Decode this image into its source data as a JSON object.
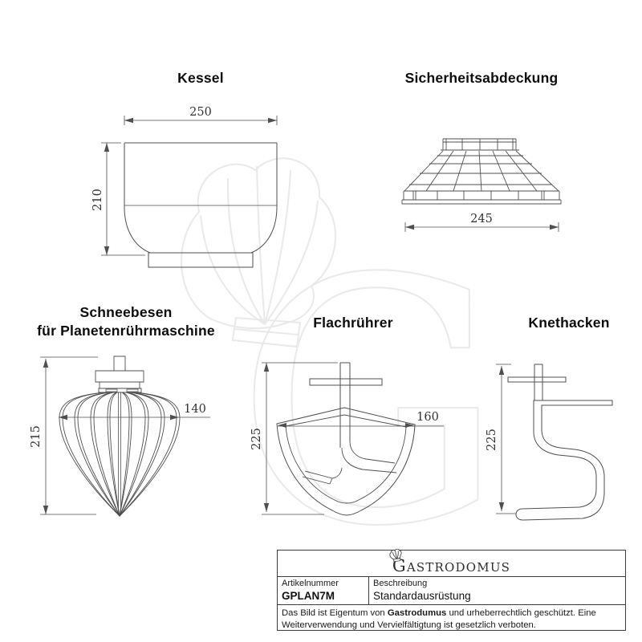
{
  "drawings": {
    "kessel": {
      "title": "Kessel",
      "width_dim": "250",
      "height_dim": "210"
    },
    "abdeckung": {
      "title": "Sicherheitsabdeckung",
      "width_dim": "245"
    },
    "schneebesen": {
      "title_line1": "Schneebesen",
      "title_line2": "für Planetenrührmaschine",
      "height_dim": "215",
      "width_dim": "140"
    },
    "flachruehrer": {
      "title": "Flachrührer",
      "height_dim": "225",
      "width_dim": "160"
    },
    "knethacken": {
      "title": "Knethacken",
      "height_dim": "225"
    }
  },
  "info_table": {
    "logo": {
      "initial": "G",
      "rest": "ASTRODOMUS"
    },
    "article": {
      "label": "Artikelnummer",
      "value": "GPLAN7M"
    },
    "description": {
      "label": "Beschreibung",
      "value": "Standardausrüstung"
    },
    "copyright": {
      "part1": "Das Bild ist Eigentum von ",
      "brand": "Gastrodumus",
      "part2": " und urheberrechtlich geschützt. Eine Weiterverwendung und Vervielfältigtung ist gesetzlich verboten."
    }
  },
  "colors": {
    "line": "#4f4f4f",
    "dim_line": "#555555",
    "watermark": "#e9e9e9",
    "border": "#3c3c3c"
  }
}
